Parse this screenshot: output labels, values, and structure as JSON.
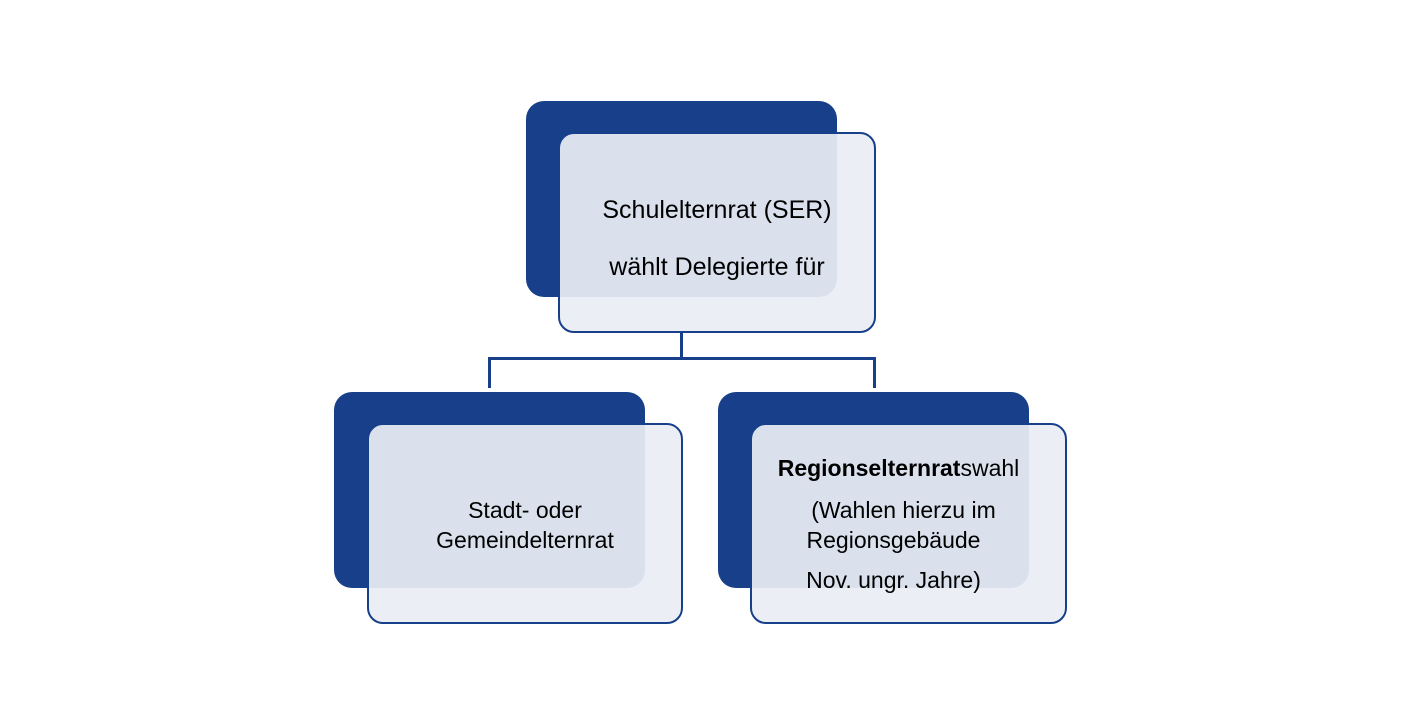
{
  "diagram": {
    "top": {
      "line1": "Schulelternrat (SER)",
      "line2": "wählt Delegierte für"
    },
    "left": {
      "line1": "Stadt- oder",
      "line2": "Gemeindelternrat"
    },
    "right": {
      "title_bold": "Regionselternrat",
      "title_rest": "swahl",
      "line2": "(Wahlen hierzu im",
      "line3": "Regionsgebäude",
      "line4": "Nov. ungr. Jahre)"
    }
  },
  "colors": {
    "accent": "#173f8a",
    "box_fill": "#eaeef4",
    "background": "#ffffff"
  }
}
